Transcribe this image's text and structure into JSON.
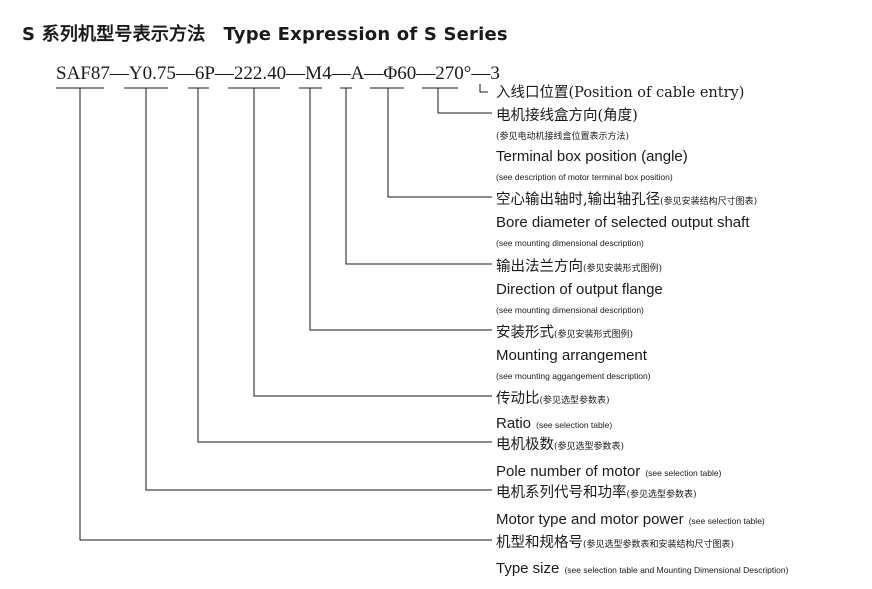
{
  "title": {
    "zh": "S 系列机型号表示方法",
    "en": "Type Expression of S Series"
  },
  "code": {
    "parts": [
      "SAF87",
      "Y0.75",
      "6P",
      "222.40",
      "M4",
      "A",
      "Φ60",
      "270°",
      "3"
    ],
    "separator": "—"
  },
  "labels": {
    "cable_entry": "入线口位置(Position of cable entry)",
    "terminal_box_zh": "电机接线盒方向(角度)",
    "terminal_box_note": "(参见电动机接线盒位置表示方法)",
    "terminal_box_en": "Terminal box position (angle)",
    "terminal_box_en_note": "(see description of motor terminal box position)",
    "bore_zh": "空心输出轴时,输出轴孔径",
    "bore_note": "(参见安装结构尺寸图表)",
    "bore_en": "Bore diameter of selected output shaft",
    "bore_en_note": "(see mounting dimensional description)",
    "flange_zh": "输出法兰方向",
    "flange_note": "(参见安装形式图例)",
    "flange_en": "Direction of output flange",
    "flange_en_note": "(see mounting dimensional description)",
    "mounting_zh": "安装形式",
    "mounting_note": "(参见安装形式图例)",
    "mounting_en": "Mounting arrangement",
    "mounting_en_note": "(see mounting aggangement description)",
    "ratio_zh": "传动比",
    "ratio_note": "(参见选型参数表)",
    "ratio_en": "Ratio",
    "ratio_en_note": "(see selection table)",
    "pole_zh": "电机极数",
    "pole_note": "(参见选型参数表)",
    "pole_en": "Pole number of motor",
    "pole_en_note": "(see selection table)",
    "motor_zh": "电机系列代号和功率",
    "motor_note": "(参见选型参数表)",
    "motor_en": "Motor type and motor power",
    "motor_en_note": "(see selection table)",
    "size_zh": "机型和规格号",
    "size_note": "(参见选型参数表和安装结构尺寸图表)",
    "size_en": "Type size",
    "size_en_note": "(see selection table and Mounting Dimensional Description)"
  }
}
